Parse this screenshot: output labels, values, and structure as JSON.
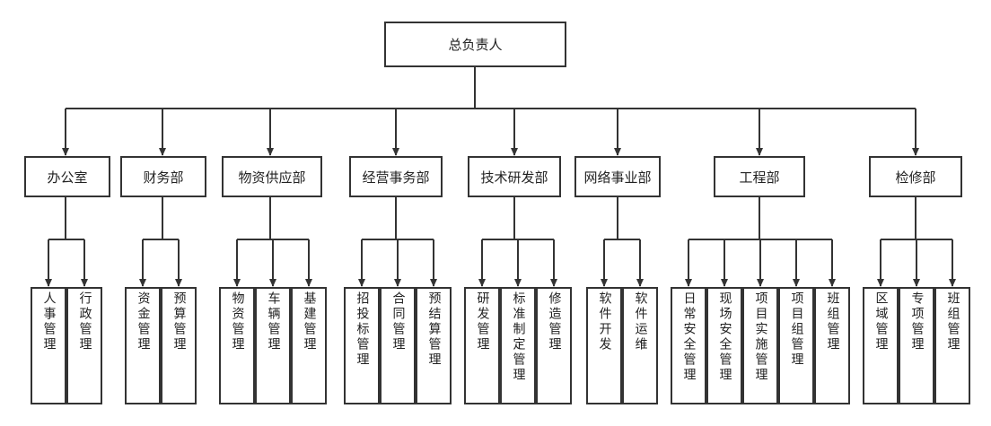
{
  "root": "总负责人",
  "departments": [
    {
      "name": "办公室",
      "children": [
        "人事管理",
        "行政管理"
      ]
    },
    {
      "name": "财务部",
      "children": [
        "资金管理",
        "预算管理"
      ]
    },
    {
      "name": "物资供应部",
      "children": [
        "物资管理",
        "车辆管理",
        "基建管理"
      ]
    },
    {
      "name": "经营事务部",
      "children": [
        "招投标管理",
        "合同管理",
        "预结算管理"
      ]
    },
    {
      "name": "技术研发部",
      "children": [
        "研发管理",
        "标准制定管理",
        "修造管理"
      ]
    },
    {
      "name": "网络事业部",
      "children": [
        "软件开发",
        "软件运维"
      ]
    },
    {
      "name": "工程部",
      "children": [
        "日常安全管理",
        "现场安全管理",
        "项目实施管理",
        "项目组管理",
        "班组管理"
      ]
    },
    {
      "name": "检修部",
      "children": [
        "区域管理",
        "专项管理",
        "班组管理"
      ]
    }
  ]
}
